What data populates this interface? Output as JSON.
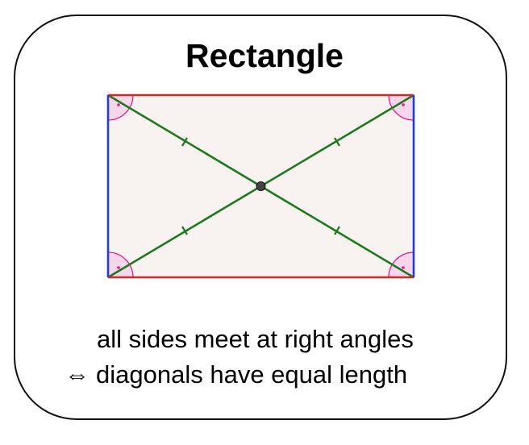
{
  "title": "Rectangle",
  "caption": {
    "line1": "all sides meet at right angles",
    "equiv_symbol": "⇔",
    "line2": "diagonals have equal length"
  },
  "colors": {
    "long_sides": "#d62728",
    "short_sides": "#1f3fd6",
    "diagonals": "#1e7a1e",
    "fill": "#f8f3f1",
    "angle_marks": "#e01a8f",
    "center_point": "#444444",
    "frame": "#111111"
  },
  "marks": {
    "right_angle_dots": 4,
    "equal_length_ticks": 4
  }
}
